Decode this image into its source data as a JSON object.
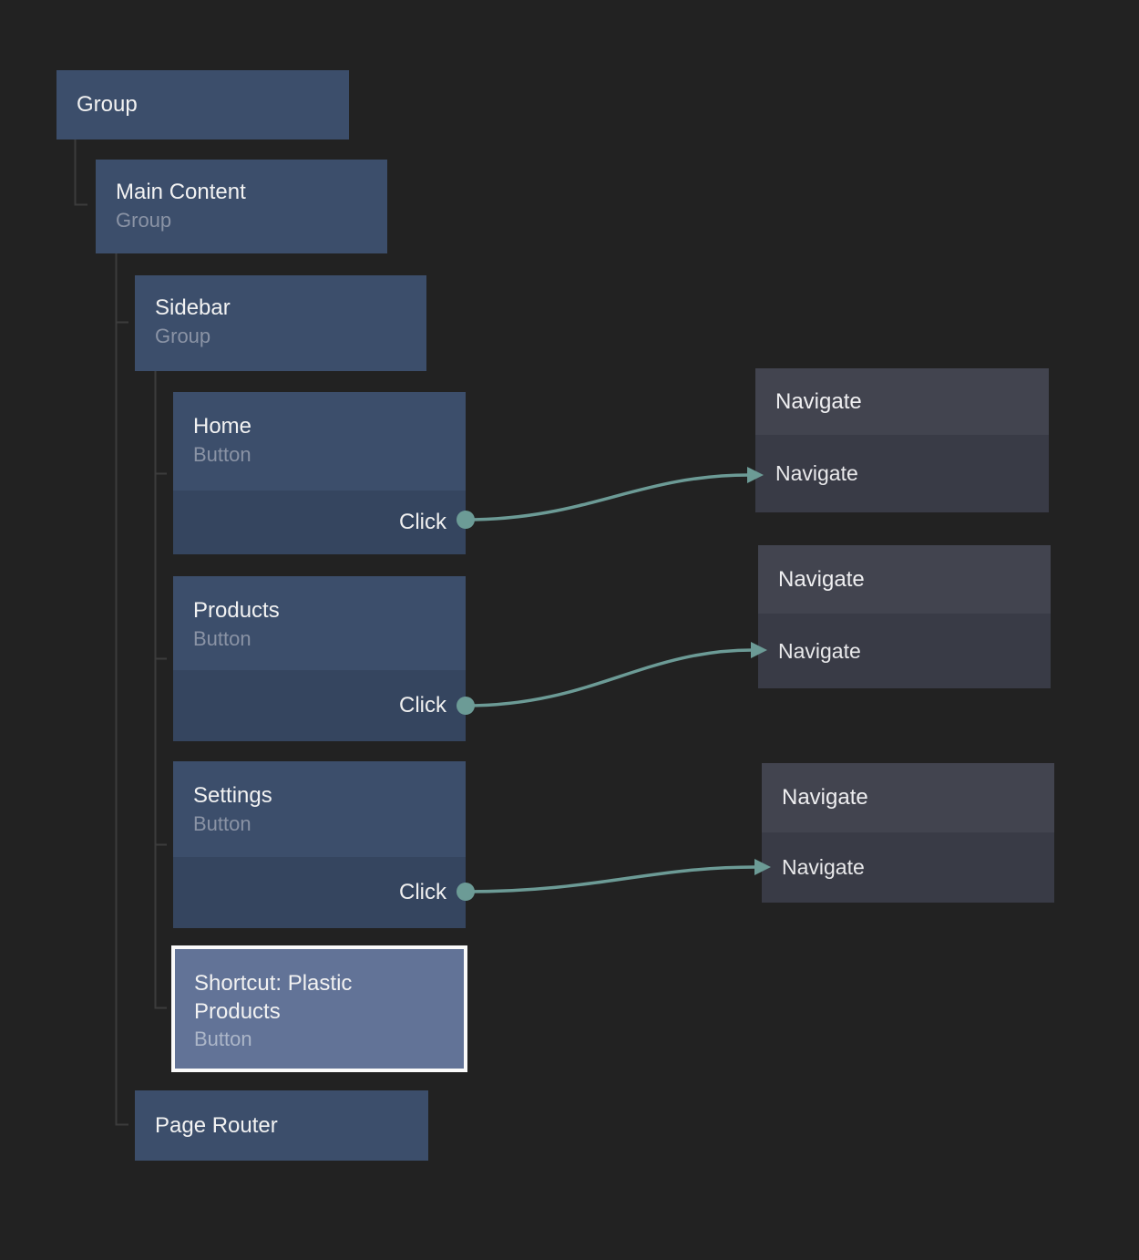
{
  "canvas": {
    "background": "#222222"
  },
  "palette": {
    "node_fill": "#3C4E6B",
    "event_row_fill": "#35455F",
    "action_header_fill": "#42444F",
    "action_body_fill": "#393B46",
    "selected_fill": "#627397",
    "selected_border": "#FAFAFA",
    "title_color": "#F2F2F2",
    "subtitle_color": "#8A93A5",
    "tree_line_color": "#3C3C3C",
    "edge_color": "#6C9B96"
  },
  "tree": {
    "root": {
      "title": "Group"
    },
    "main_content": {
      "title": "Main Content",
      "subtitle": "Group"
    },
    "sidebar": {
      "title": "Sidebar",
      "subtitle": "Group"
    },
    "home": {
      "title": "Home",
      "subtitle": "Button",
      "event": "Click"
    },
    "products": {
      "title": "Products",
      "subtitle": "Button",
      "event": "Click"
    },
    "settings": {
      "title": "Settings",
      "subtitle": "Button",
      "event": "Click"
    },
    "shortcut": {
      "title": "Shortcut: Plastic Products",
      "subtitle": "Button",
      "selected": true
    },
    "page_router": {
      "title": "Page Router"
    }
  },
  "actions": {
    "nav1": {
      "header": "Navigate",
      "label": "Navigate"
    },
    "nav2": {
      "header": "Navigate",
      "label": "Navigate"
    },
    "nav3": {
      "header": "Navigate",
      "label": "Navigate"
    }
  },
  "connections": [
    {
      "from": "Home / Click",
      "to": "Navigate"
    },
    {
      "from": "Products / Click",
      "to": "Navigate"
    },
    {
      "from": "Settings / Click",
      "to": "Navigate"
    }
  ]
}
